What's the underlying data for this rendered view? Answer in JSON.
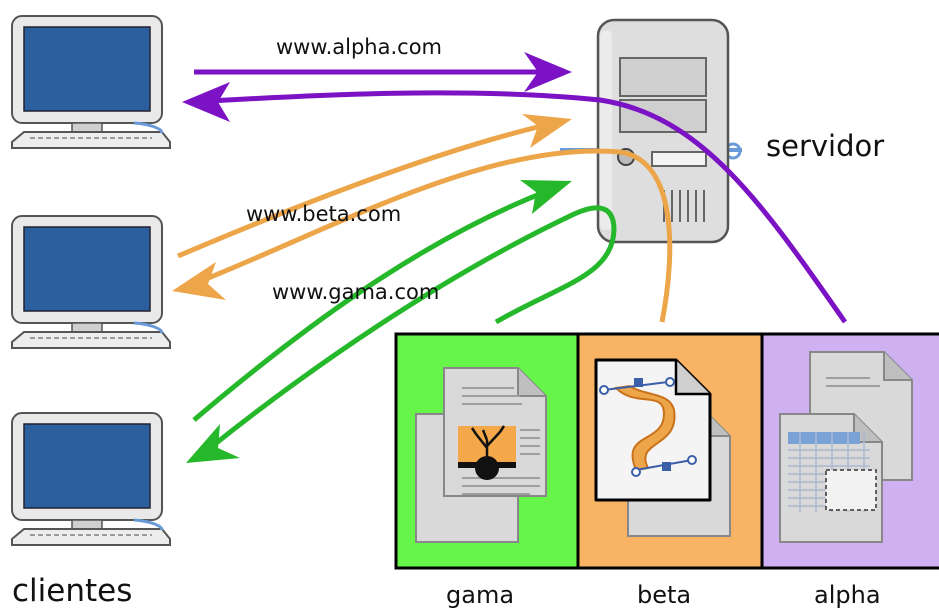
{
  "labels": {
    "servidor": "servidor",
    "clientes": "clientes",
    "gama": "gama",
    "beta": "beta",
    "alpha": "alpha"
  },
  "urls": {
    "alpha": "www.alpha.com",
    "beta": "www.beta.com",
    "gama": "www.gama.com"
  },
  "colors": {
    "alpha": "#7b12c4",
    "beta": "#eda54a",
    "gama": "#25b82a",
    "gama_panel": "#66f548",
    "beta_panel": "#f8b464",
    "alpha_panel": "#cfb0f0",
    "screen": "#2c5f9e"
  },
  "icons": [
    "client-computer-icon",
    "server-tower-icon",
    "document-icon",
    "image-icon",
    "vector-drawing-icon",
    "spreadsheet-icon"
  ]
}
